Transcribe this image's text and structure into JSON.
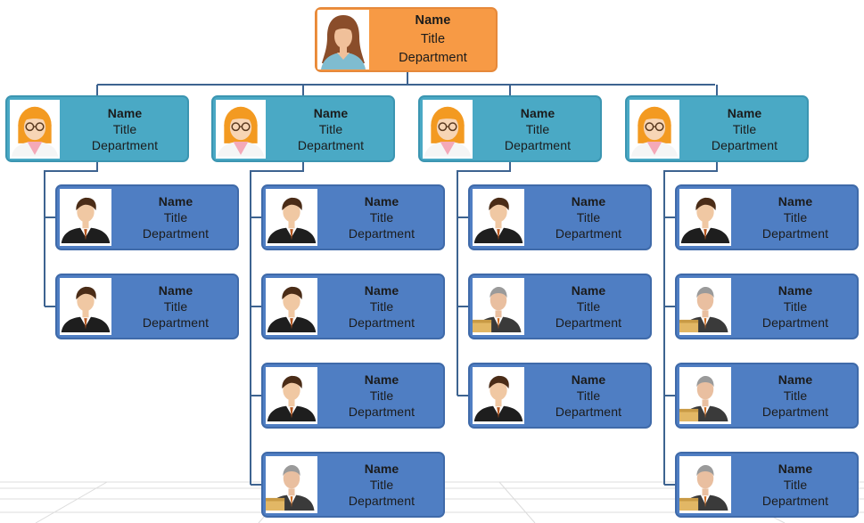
{
  "chart": {
    "colors": {
      "root": "#f79a45",
      "level1": "#4aa9c5",
      "level2": "#4f7ec3",
      "connector": "#3d6390"
    },
    "root": {
      "name": "Name",
      "title": "Title",
      "department": "Department",
      "icon": "woman-brown-hair-icon"
    },
    "managers": [
      {
        "name": "Name",
        "title": "Title",
        "department": "Department",
        "icon": "woman-glasses-icon",
        "reports": [
          {
            "name": "Name",
            "title": "Title",
            "department": "Department",
            "icon": "young-man-suit-icon"
          },
          {
            "name": "Name",
            "title": "Title",
            "department": "Department",
            "icon": "young-man-suit-icon"
          }
        ]
      },
      {
        "name": "Name",
        "title": "Title",
        "department": "Department",
        "icon": "woman-glasses-icon",
        "reports": [
          {
            "name": "Name",
            "title": "Title",
            "department": "Department",
            "icon": "young-man-suit-icon"
          },
          {
            "name": "Name",
            "title": "Title",
            "department": "Department",
            "icon": "young-man-suit-icon"
          },
          {
            "name": "Name",
            "title": "Title",
            "department": "Department",
            "icon": "young-man-suit-icon"
          },
          {
            "name": "Name",
            "title": "Title",
            "department": "Department",
            "icon": "older-man-folder-icon"
          }
        ]
      },
      {
        "name": "Name",
        "title": "Title",
        "department": "Department",
        "icon": "woman-glasses-icon",
        "reports": [
          {
            "name": "Name",
            "title": "Title",
            "department": "Department",
            "icon": "young-man-suit-icon"
          },
          {
            "name": "Name",
            "title": "Title",
            "department": "Department",
            "icon": "older-man-folder-icon"
          },
          {
            "name": "Name",
            "title": "Title",
            "department": "Department",
            "icon": "young-man-suit-icon"
          }
        ]
      },
      {
        "name": "Name",
        "title": "Title",
        "department": "Department",
        "icon": "woman-glasses-icon",
        "reports": [
          {
            "name": "Name",
            "title": "Title",
            "department": "Department",
            "icon": "young-man-suit-icon"
          },
          {
            "name": "Name",
            "title": "Title",
            "department": "Department",
            "icon": "older-man-folder-icon"
          },
          {
            "name": "Name",
            "title": "Title",
            "department": "Department",
            "icon": "older-man-folder-icon"
          },
          {
            "name": "Name",
            "title": "Title",
            "department": "Department",
            "icon": "older-man-folder-icon"
          }
        ]
      }
    ]
  }
}
